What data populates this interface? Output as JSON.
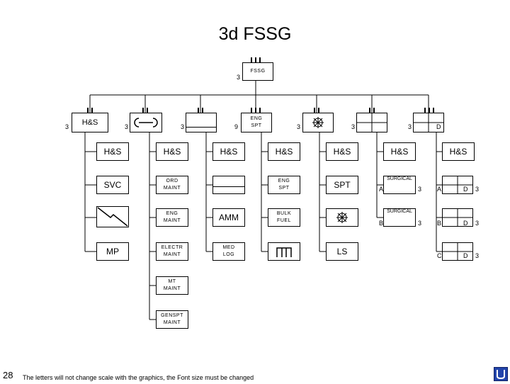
{
  "title": "3d FSSG",
  "top": {
    "label": "FSSG",
    "size_digit": "3"
  },
  "level1": [
    {
      "id": "hs",
      "label": "H&S",
      "size_digit": "3"
    },
    {
      "id": "maint",
      "label": "",
      "size_digit": "3",
      "icon": "maintenance-symbol"
    },
    {
      "id": "supply",
      "label": "",
      "size_digit": "3",
      "icon": "supply-symbol"
    },
    {
      "id": "engspt",
      "label": "ENG SPT",
      "size_digit": "9"
    },
    {
      "id": "medical",
      "label": "",
      "size_digit": "3",
      "icon": "medical-symbol"
    },
    {
      "id": "dental",
      "label": "",
      "size_digit": "3",
      "icon": "grid-symbol"
    },
    {
      "id": "hospital",
      "label": "D",
      "size_digit": "3",
      "icon": "grid-symbol"
    }
  ],
  "columns": {
    "c1": [
      "H&S",
      "SVC",
      "",
      "MP"
    ],
    "c2": [
      "H&S",
      "ORD MAINT",
      "ENG MAINT",
      "ELECTR MAINT",
      "MT MAINT",
      "GENSPT MAINT"
    ],
    "c3": [
      "H&S",
      "",
      "AMM",
      "MED LOG"
    ],
    "c4": [
      "H&S",
      "ENG SPT",
      "BULK FUEL",
      ""
    ],
    "c5": [
      "H&S",
      "SPT",
      "",
      "LS"
    ],
    "c6": {
      "hs": "H&S",
      "s1": "SURGICAL",
      "s2": "SURGICAL",
      "l1": "A",
      "l2": "B",
      "d1": "3",
      "d2": "3"
    },
    "c7": {
      "hs": "H&S",
      "r1": {
        "letter": "A",
        "inner": "D",
        "digit": "3"
      },
      "r2": {
        "letter": "B",
        "inner": "D",
        "digit": "3"
      },
      "r3": {
        "letter": "C",
        "inner": "D",
        "digit": "3"
      }
    }
  },
  "footer": "The letters will not change scale with the graphics, the Font size must be changed",
  "page_number": "28"
}
